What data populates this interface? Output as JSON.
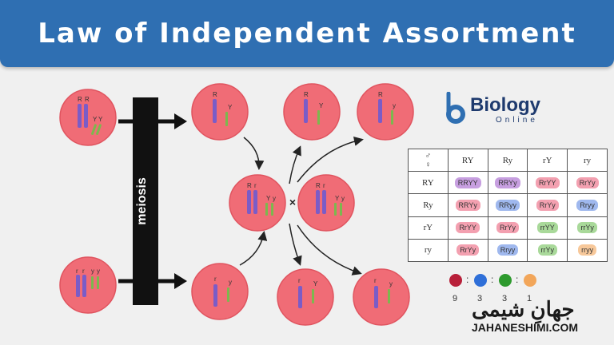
{
  "header": {
    "title": "Law of Independent Assortment"
  },
  "meiosis_label": "meiosis",
  "cross_symbol": "×",
  "logo": {
    "name": "Biology",
    "sub": "Online"
  },
  "punnett": {
    "corner_male": "♂",
    "corner_female": "♀",
    "cols": [
      "RY",
      "Ry",
      "rY",
      "ry"
    ],
    "rows": [
      {
        "label": "RY",
        "cells": [
          "RRYY",
          "RRYy",
          "RrYY",
          "RrYy"
        ]
      },
      {
        "label": "Ry",
        "cells": [
          "RRYy",
          "RRyy",
          "RrYy",
          "Rryy"
        ]
      },
      {
        "label": "rY",
        "cells": [
          "RrYY",
          "RrYy",
          "rrYY",
          "rrYy"
        ]
      },
      {
        "label": "ry",
        "cells": [
          "RrYy",
          "Rryy",
          "rrYy",
          "rryy"
        ]
      }
    ],
    "colors": {
      "purple": "#c79fe0",
      "red": "#f3a0b0",
      "blue": "#9fb8ee",
      "green": "#a9d99a",
      "orange": "#f7c89a"
    }
  },
  "ratio": {
    "colors": [
      "#b8203a",
      "#2f6fd8",
      "#2e9a2e",
      "#f2a65a"
    ],
    "values": [
      "9",
      "3",
      "3",
      "1"
    ],
    "separators": [
      ":",
      ":",
      ":"
    ]
  },
  "watermark": {
    "arabic": "جهانِ شیمی",
    "domain": "JAHANESHIMI.COM"
  },
  "alleles": {
    "parent_top": [
      "R",
      "R",
      "Y",
      "Y"
    ],
    "parent_bottom": [
      "r",
      "r",
      "y",
      "y"
    ],
    "gamete_top": [
      "R",
      "Y"
    ],
    "gamete_bottom": [
      "r",
      "y"
    ],
    "f1": [
      "R",
      "r",
      "Y",
      "y"
    ],
    "out_1": [
      "R",
      "Y"
    ],
    "out_2": [
      "R",
      "y"
    ],
    "out_3": [
      "r",
      "Y"
    ],
    "out_4": [
      "r",
      "y"
    ]
  }
}
